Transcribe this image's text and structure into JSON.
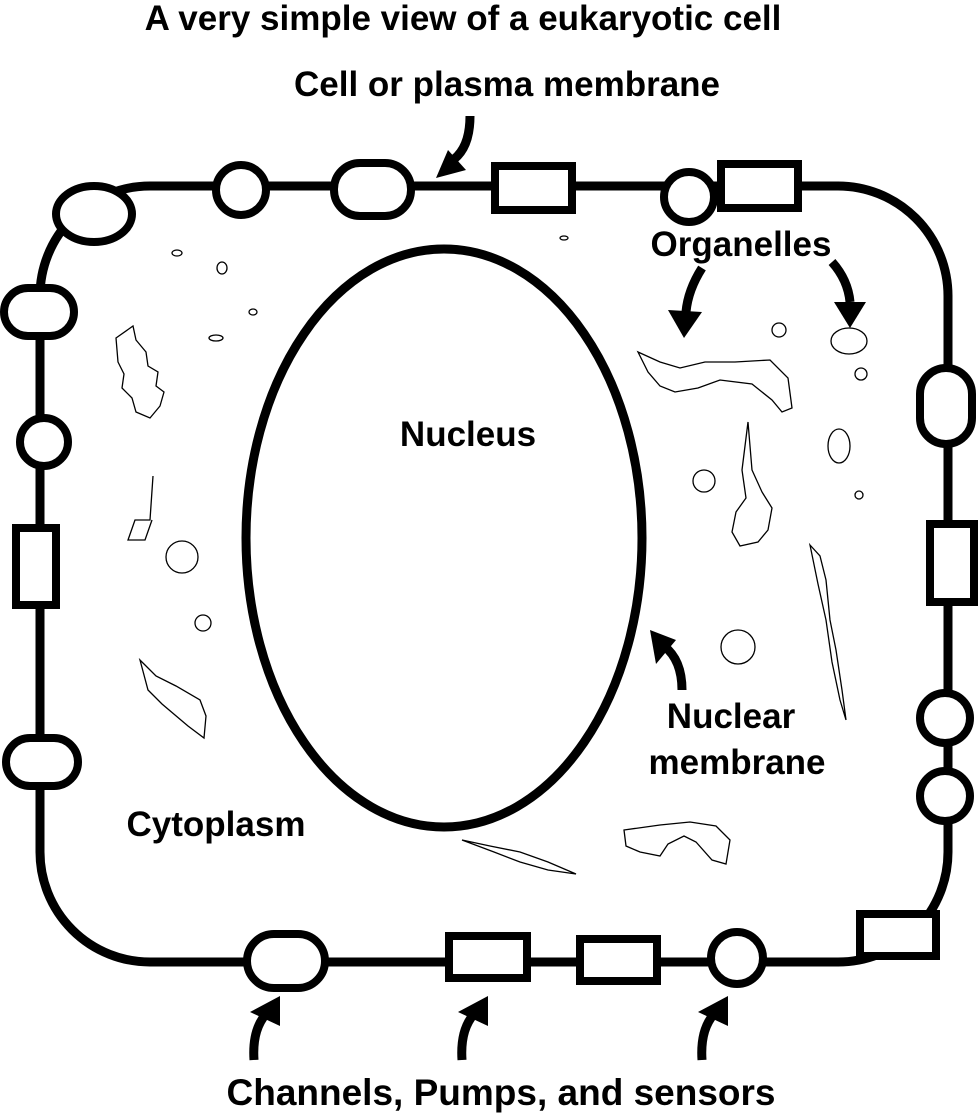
{
  "title": "A very simple view of a eukaryotic cell",
  "labels": {
    "plasma_membrane": "Cell or plasma membrane",
    "organelles": "Organelles",
    "nucleus": "Nucleus",
    "nuclear_membrane_line1": "Nuclear",
    "nuclear_membrane_line2": "membrane",
    "cytoplasm": "Cytoplasm",
    "channels": "Channels, Pumps, and sensors"
  }
}
